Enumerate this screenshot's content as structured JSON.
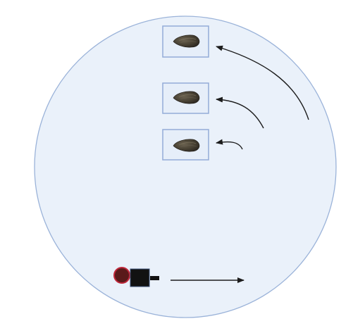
{
  "diagram": {
    "colors": {
      "arena_fill": "#eaf1fa",
      "arena_stroke": "#9bb3d9",
      "box_fill": "#e6eef9",
      "box_stroke": "#93acd8",
      "shell_dark": "#2b2620",
      "shell_mid": "#4a4335",
      "shell_light": "#6b6250",
      "arrow": "#1c1c1c",
      "device_body": "#121212",
      "device_red_ring": "#c0273a",
      "device_dark_red": "#5a1a1a"
    },
    "specimens": [
      {
        "name": "mussel-top",
        "icon": "mussel-shell"
      },
      {
        "name": "mussel-middle",
        "icon": "mussel-shell"
      },
      {
        "name": "mussel-bottom",
        "icon": "mussel-shell"
      }
    ],
    "device": {
      "icon": "camera-device"
    }
  }
}
